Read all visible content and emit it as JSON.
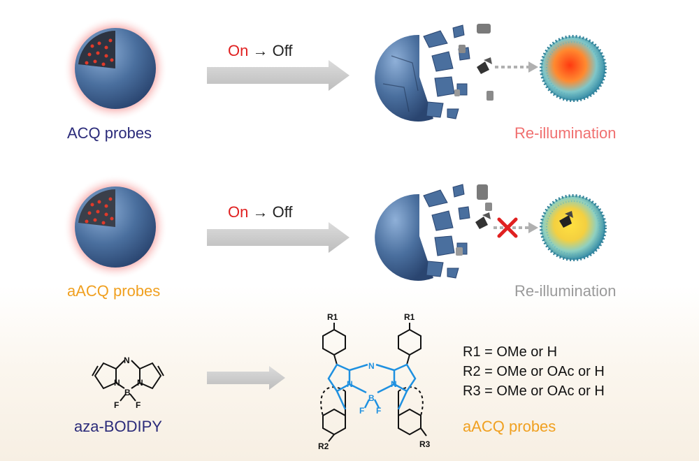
{
  "rows": [
    {
      "probe_label": "ACQ probes",
      "probe_color": "#2b2b7a",
      "arrow": {
        "on": "On",
        "arrow_symbol": "→",
        "off": "Off"
      },
      "result_label": "Re-illumination",
      "result_color": "#f07070",
      "blocked": false
    },
    {
      "probe_label": "aACQ probes",
      "probe_color": "#f0a020",
      "arrow": {
        "on": "On",
        "arrow_symbol": "→",
        "off": "Off"
      },
      "result_label": "Re-illumination",
      "result_color": "#9a9a9a",
      "blocked": true
    }
  ],
  "chemistry": {
    "core_name": "aza-BODIPY",
    "core_name_color": "#2b2b7a",
    "core_atoms": {
      "n": "N",
      "b": "B",
      "f": "F"
    },
    "substituents": {
      "r1": "R1",
      "r2": "R2",
      "r3": "R3"
    },
    "definitions": [
      "R1 = OMe or H",
      "R2 = OMe or OAc or H",
      "R3 = OMe or OAc or H"
    ],
    "product_label": "aACQ probes",
    "product_color": "#f0a020",
    "highlight_color": "#1e90e0"
  },
  "colors": {
    "sphere": "#4a6f9e",
    "glow": "#f06a6a",
    "arrow_gray": "#c8c8c8",
    "cross": "#e02020"
  }
}
